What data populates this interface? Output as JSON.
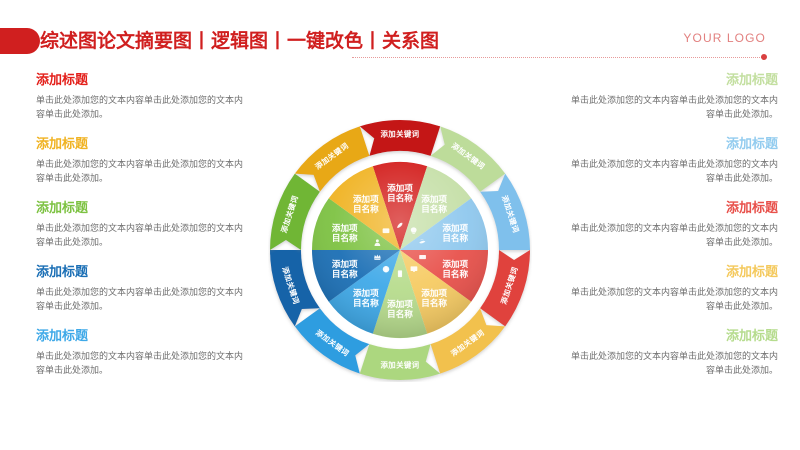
{
  "header": {
    "title": "综述图论文摘要图丨逻辑图丨一键改色丨关系图",
    "logo": "YOUR LOGO"
  },
  "left_column": [
    {
      "title": "添加标题",
      "color": "#E3201B",
      "body": "单击此处添加您的文本内容单击此处添加您的文本内容单击此处添加。"
    },
    {
      "title": "添加标题",
      "color": "#F0B323",
      "body": "单击此处添加您的文本内容单击此处添加您的文本内容单击此处添加。"
    },
    {
      "title": "添加标题",
      "color": "#7DC242",
      "body": "单击此处添加您的文本内容单击此处添加您的文本内容单击此处添加。"
    },
    {
      "title": "添加标题",
      "color": "#1B6FB5",
      "body": "单击此处添加您的文本内容单击此处添加您的文本内容单击此处添加。"
    },
    {
      "title": "添加标题",
      "color": "#3FA9E8",
      "body": "单击此处添加您的文本内容单击此处添加您的文本内容单击此处添加。"
    }
  ],
  "right_column": [
    {
      "title": "添加标题",
      "color": "#C3DFA0",
      "body": "单击此处添加您的文本内容单击此处添加您的文本内容单击此处添加。"
    },
    {
      "title": "添加标题",
      "color": "#93CCEF",
      "body": "单击此处添加您的文本内容单击此处添加您的文本内容单击此处添加。"
    },
    {
      "title": "添加标题",
      "color": "#E8514B",
      "body": "单击此处添加您的文本内容单击此处添加您的文本内容单击此处添加。"
    },
    {
      "title": "添加标题",
      "color": "#F4C95D",
      "body": "单击此处添加您的文本内容单击此处添加您的文本内容单击此处添加。"
    },
    {
      "title": "添加标题",
      "color": "#B6DC8E",
      "body": "单击此处添加您的文本内容单击此处添加您的文本内容单击此处添加。"
    }
  ],
  "wheel": {
    "inner_label_line1": "添加项",
    "inner_label_line2": "目名称",
    "ring_label": "添加关键词",
    "segments": [
      {
        "index": 0,
        "name": "segment-red-top",
        "inner": "#D21A18",
        "ring": "#C41512",
        "icon": "rocket-icon"
      },
      {
        "index": 1,
        "name": "segment-lightgreen-top",
        "inner": "#C5DFA7",
        "ring": "#BDDC9A",
        "icon": "lightbulb-icon"
      },
      {
        "index": 2,
        "name": "segment-lightblue",
        "inner": "#8FC8EE",
        "ring": "#7FC0EC",
        "icon": "hand-icon"
      },
      {
        "index": 3,
        "name": "segment-coral-red",
        "inner": "#E8514B",
        "ring": "#E0433D",
        "icon": "card-icon"
      },
      {
        "index": 4,
        "name": "segment-amber-right",
        "inner": "#F6CB63",
        "ring": "#F2C14E",
        "icon": "monitor-icon"
      },
      {
        "index": 5,
        "name": "segment-lightgreen-bottom",
        "inner": "#B7DC8D",
        "ring": "#ACD77F",
        "icon": "phone-icon"
      },
      {
        "index": 6,
        "name": "segment-blue-bottom",
        "inner": "#3FA9E8",
        "ring": "#2E9DE0",
        "icon": "globe-icon"
      },
      {
        "index": 7,
        "name": "segment-darkblue",
        "inner": "#1B6FB5",
        "ring": "#1464A8",
        "icon": "crown-icon"
      },
      {
        "index": 8,
        "name": "segment-green-left",
        "inner": "#7DC242",
        "ring": "#6FB636",
        "icon": "person-icon"
      },
      {
        "index": 9,
        "name": "segment-amber-left",
        "inner": "#F0B323",
        "ring": "#E8A814",
        "icon": "wallet-icon"
      }
    ]
  }
}
